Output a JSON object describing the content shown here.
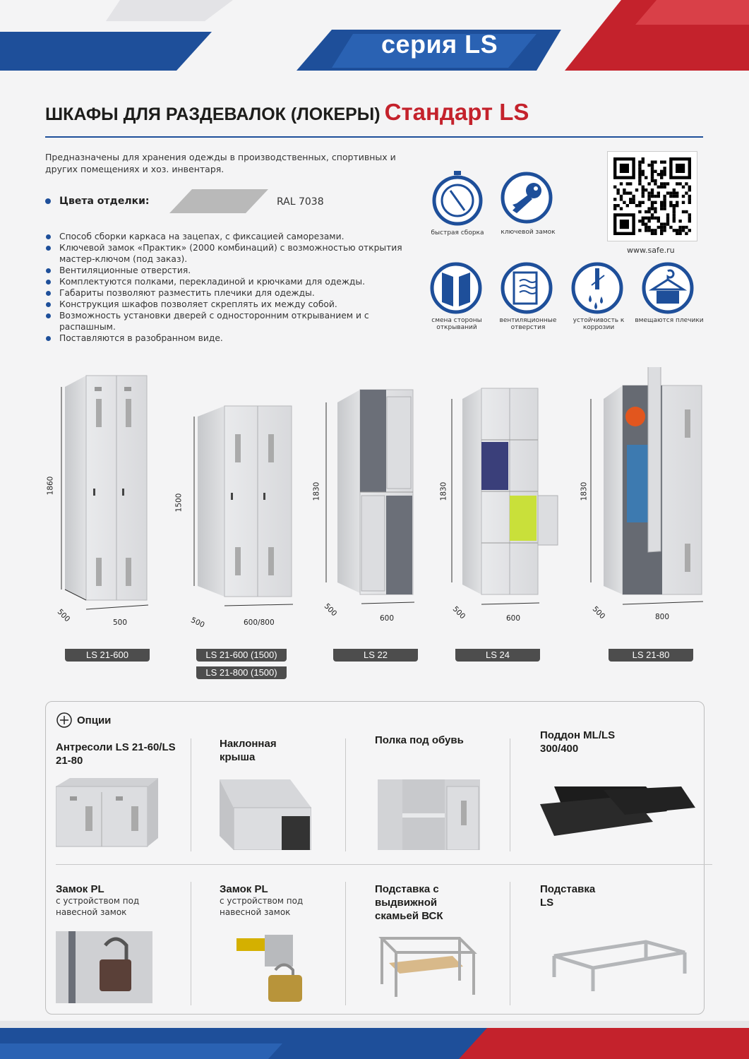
{
  "header": {
    "series": "серия LS"
  },
  "title": {
    "main": "ШКАФЫ ДЛЯ РАЗДЕВАЛОК (ЛОКЕРЫ)",
    "accent": "Стандарт LS"
  },
  "intro": "Предназначены для хранения одежды в производственных, спортивных и других помещениях и хоз. инвентаря.",
  "colors": {
    "label": "Цвета отделки:",
    "value": "RAL 7038",
    "swatch": "#b9b9b9"
  },
  "features": [
    "Способ сборки каркаса на зацепах, с фиксацией саморезами.",
    "Ключевой замок «Практик» (2000 комбинаций) с возможностью открытия мастер-ключом (под заказ).",
    "Вентиляционные отверстия.",
    "Комплектуются полками, перекладиной и крючками для одежды.",
    "Габариты позволяют разместить плечики для одежды.",
    "Конструкция шкафов позволяет скреплять их между собой.",
    "Возможность установки дверей с односторонним открыванием и с распашным.",
    "Поставляются в разобранном виде."
  ],
  "icons": {
    "quick": "быстрая сборка",
    "key": "ключевой замок",
    "doors": "смена стороны открываний",
    "vent": "вентиляционные отверстия",
    "corrosion": "устойчивость к коррозии",
    "hanger": "вмещаются плечики"
  },
  "url": "www.safe.ru",
  "products": [
    {
      "model": "LS 21-600",
      "h": "1860",
      "d": "500",
      "w": "500"
    },
    {
      "model": "LS 21-600 (1500)",
      "model2": "LS 21-800 (1500)",
      "h": "1500",
      "d": "500",
      "w": "600/800"
    },
    {
      "model": "LS 22",
      "h": "1830",
      "d": "500",
      "w": "600"
    },
    {
      "model": "LS 24",
      "h": "1830",
      "d": "500",
      "w": "600"
    },
    {
      "model": "LS 21-80",
      "h": "1830",
      "d": "500",
      "w": "800"
    }
  ],
  "options": {
    "heading": "Опции",
    "items": [
      {
        "title": "Антресоли LS 21-60/LS 21-80",
        "sub": ""
      },
      {
        "title": "Наклонная крыша",
        "sub": ""
      },
      {
        "title": "Полка под обувь",
        "sub": ""
      },
      {
        "title": "Поддон ML/LS 300/400",
        "sub": ""
      },
      {
        "title": "Замок PL",
        "sub": "с устройством под навесной замок"
      },
      {
        "title": "Замок PL",
        "sub": "с устройством под навесной замок"
      },
      {
        "title": "Подставка с выдвижной скамьей ВСК",
        "sub": ""
      },
      {
        "title": "Подставка LS",
        "sub": ""
      }
    ]
  },
  "palette": {
    "blue": "#1e4f9a",
    "red": "#c4222c",
    "grey": "#4d4d4d"
  }
}
